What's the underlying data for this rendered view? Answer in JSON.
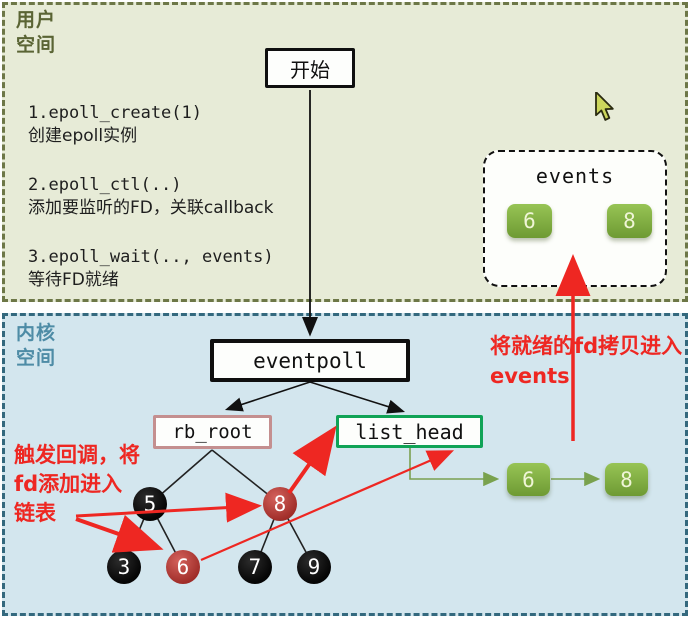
{
  "regions": {
    "user": {
      "label": "用户空间"
    },
    "kernel": {
      "label": "内核空间"
    }
  },
  "user_space": {
    "start_label": "开始",
    "steps": [
      {
        "code": "1.epoll_create(1)",
        "desc": "创建epoll实例"
      },
      {
        "code": "2.epoll_ctl(..)",
        "desc": "添加要监听的FD，关联callback"
      },
      {
        "code": "3.epoll_wait(.., events)",
        "desc": "等待FD就绪"
      }
    ],
    "events_box": {
      "title": "events",
      "cells": [
        "6",
        "8"
      ]
    }
  },
  "kernel_space": {
    "eventpoll_label": "eventpoll",
    "rb_root_label": "rb_root",
    "list_head_label": "list_head",
    "tree_nodes": [
      {
        "value": "5",
        "type": "black"
      },
      {
        "value": "8",
        "type": "red"
      },
      {
        "value": "3",
        "type": "black"
      },
      {
        "value": "6",
        "type": "red"
      },
      {
        "value": "7",
        "type": "black"
      },
      {
        "value": "9",
        "type": "black"
      }
    ],
    "ready_cells": [
      "6",
      "8"
    ],
    "notes": {
      "callback_lines": [
        "触发回调，将",
        "fd添加进入",
        "链表"
      ],
      "copy_lines": [
        "将就绪的fd拷贝进入",
        "events"
      ]
    }
  },
  "colors": {
    "user_bg": "#e7ebd7",
    "user_border": "#6d7747",
    "user_label": "#5a6434",
    "kernel_bg": "#d3e6ee",
    "kernel_border": "#34697e",
    "kernel_label": "#4e8ca6",
    "red_accent": "#ee2722",
    "node_black": "#0d0d0d",
    "node_red": "#b53632",
    "cell_green": "#7fae3e",
    "rb_root_border": "#c48f8f",
    "list_head_border": "#10a356",
    "list_arrow_green": "#7ba050"
  }
}
